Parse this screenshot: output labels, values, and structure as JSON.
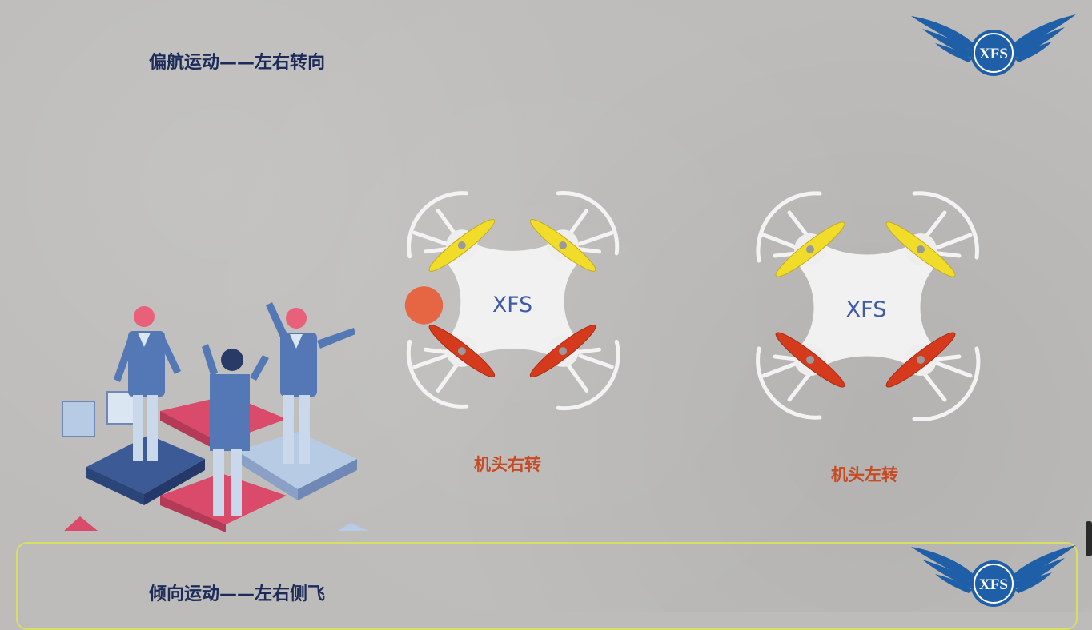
{
  "slide": {
    "title": "偏航运动——左右转向",
    "next_title": "倾向运动——左右侧飞"
  },
  "logo": {
    "text": "XFS"
  },
  "drones": [
    {
      "id": "right",
      "body_label": "XFS",
      "caption": "机头右转"
    },
    {
      "id": "left",
      "body_label": "XFS",
      "caption": "机头左转"
    }
  ],
  "colors": {
    "title": "#1c2b5a",
    "caption": "#c64a22",
    "prop_yellow": "#f2dc2a",
    "prop_red": "#d53a1d",
    "marker": "#e8603c",
    "logo_blue": "#1e5fa8",
    "frame": "#d6df63"
  }
}
